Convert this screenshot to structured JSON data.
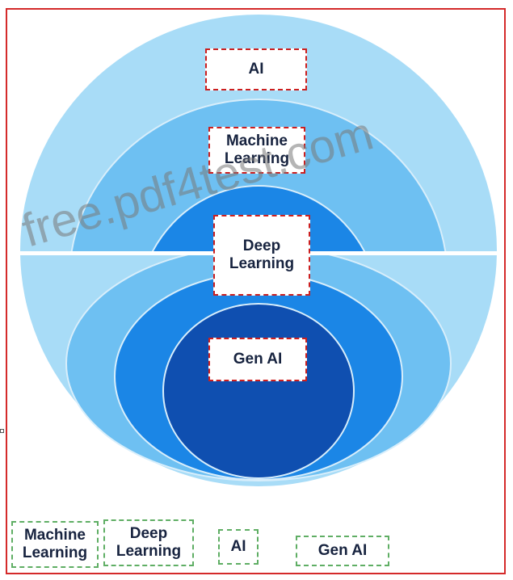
{
  "diagram": {
    "colors": {
      "outer_ring": "#a8dcf7",
      "second_ring": "#6ec0f2",
      "third_ring": "#1b86e6",
      "inner_circle": "#0f4fb0",
      "divider": "#ffffff",
      "frame": "#d42a2a",
      "target_dash": "#cc1f1f",
      "choice_dash": "#5fae64",
      "text": "#17233f"
    },
    "targets": {
      "ai": "AI",
      "machine_learning": "Machine\nLearning",
      "deep_learning": "Deep\nLearning",
      "gen_ai": "Gen AI"
    }
  },
  "choices": {
    "machine_learning": "Machine\nLearning",
    "deep_learning": "Deep\nLearning",
    "ai": "AI",
    "gen_ai": "Gen AI"
  },
  "watermark": "free.pdf4test.com"
}
